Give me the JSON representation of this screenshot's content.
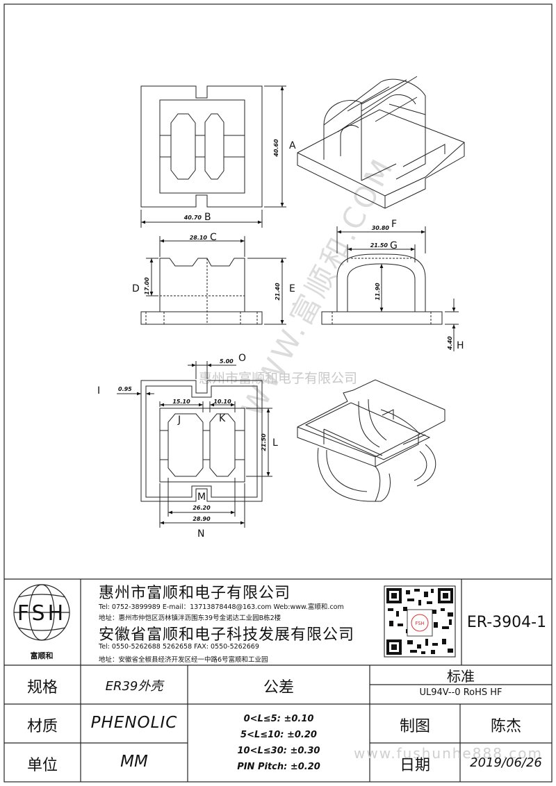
{
  "drawing": {
    "dims": {
      "A": {
        "letter": "A",
        "value": "40.60"
      },
      "B": {
        "letter": "B",
        "value": "40.70"
      },
      "C": {
        "letter": "C",
        "value": "28.10"
      },
      "D": {
        "letter": "D",
        "value": "17.00"
      },
      "E": {
        "letter": "E",
        "value": "21.40"
      },
      "F": {
        "letter": "F",
        "value": "30.80"
      },
      "G": {
        "letter": "G",
        "value": "21.50"
      },
      "G2": {
        "value": "11.90"
      },
      "H": {
        "letter": "H",
        "value": "4.40"
      },
      "O": {
        "letter": "O",
        "value": "5.00"
      },
      "I": {
        "letter": "I",
        "value": "0.95"
      },
      "J": {
        "letter": "J",
        "value": "15.10"
      },
      "K": {
        "letter": "K",
        "value": "10.10"
      },
      "L": {
        "letter": "L",
        "value": "21.50"
      },
      "M": {
        "letter": "M",
        "value": "26.20"
      },
      "N": {
        "letter": "N",
        "value": "28.90"
      }
    },
    "watermark_vertical": "WWW.富顺和.COM",
    "watermark_line": "惠州市富顺和电子有限公司"
  },
  "title_block": {
    "logo": {
      "letters": "FSH",
      "name": "富顺和"
    },
    "company1": {
      "name": "惠州市富顺和电子有限公司",
      "contact": "Tel:   0752-3899989   E-mail：13713878448@163.com   Web:www.富顺和.com",
      "address": "地址：惠州市仲恺区沥林镇泮沥围东39号金诺达工业园B栋2楼"
    },
    "company2": {
      "name": "安徽省富顺和电子科技发展有限公司",
      "contact": "Tel:   0550-5262688   5262658      FAX:  0550-5262669",
      "address": "地址：安徽省全椒县经济开发区经一中路6号富顺和工业园"
    },
    "part_number": "ER-3904-1",
    "spec_label": "规格",
    "spec_value": "ER39外壳",
    "tolerance_label": "公差",
    "standard_label": "标准",
    "standard_value": "UL94V--0   RoHS HF",
    "material_label": "材质",
    "material_value": "PHENOLIC",
    "tolerances": [
      "0<L≤5: ±0.10",
      "5<L≤10: ±0.20",
      "10<L≤30: ±0.30",
      "PIN Pitch: ±0.20"
    ],
    "drawn_label": "制图",
    "drawn_value": "陈杰",
    "unit_label": "单位",
    "unit_value": "MM",
    "date_label": "日期",
    "date_value": "2019/06/26",
    "watermark_bottom": "www.fushunhe888.com"
  }
}
